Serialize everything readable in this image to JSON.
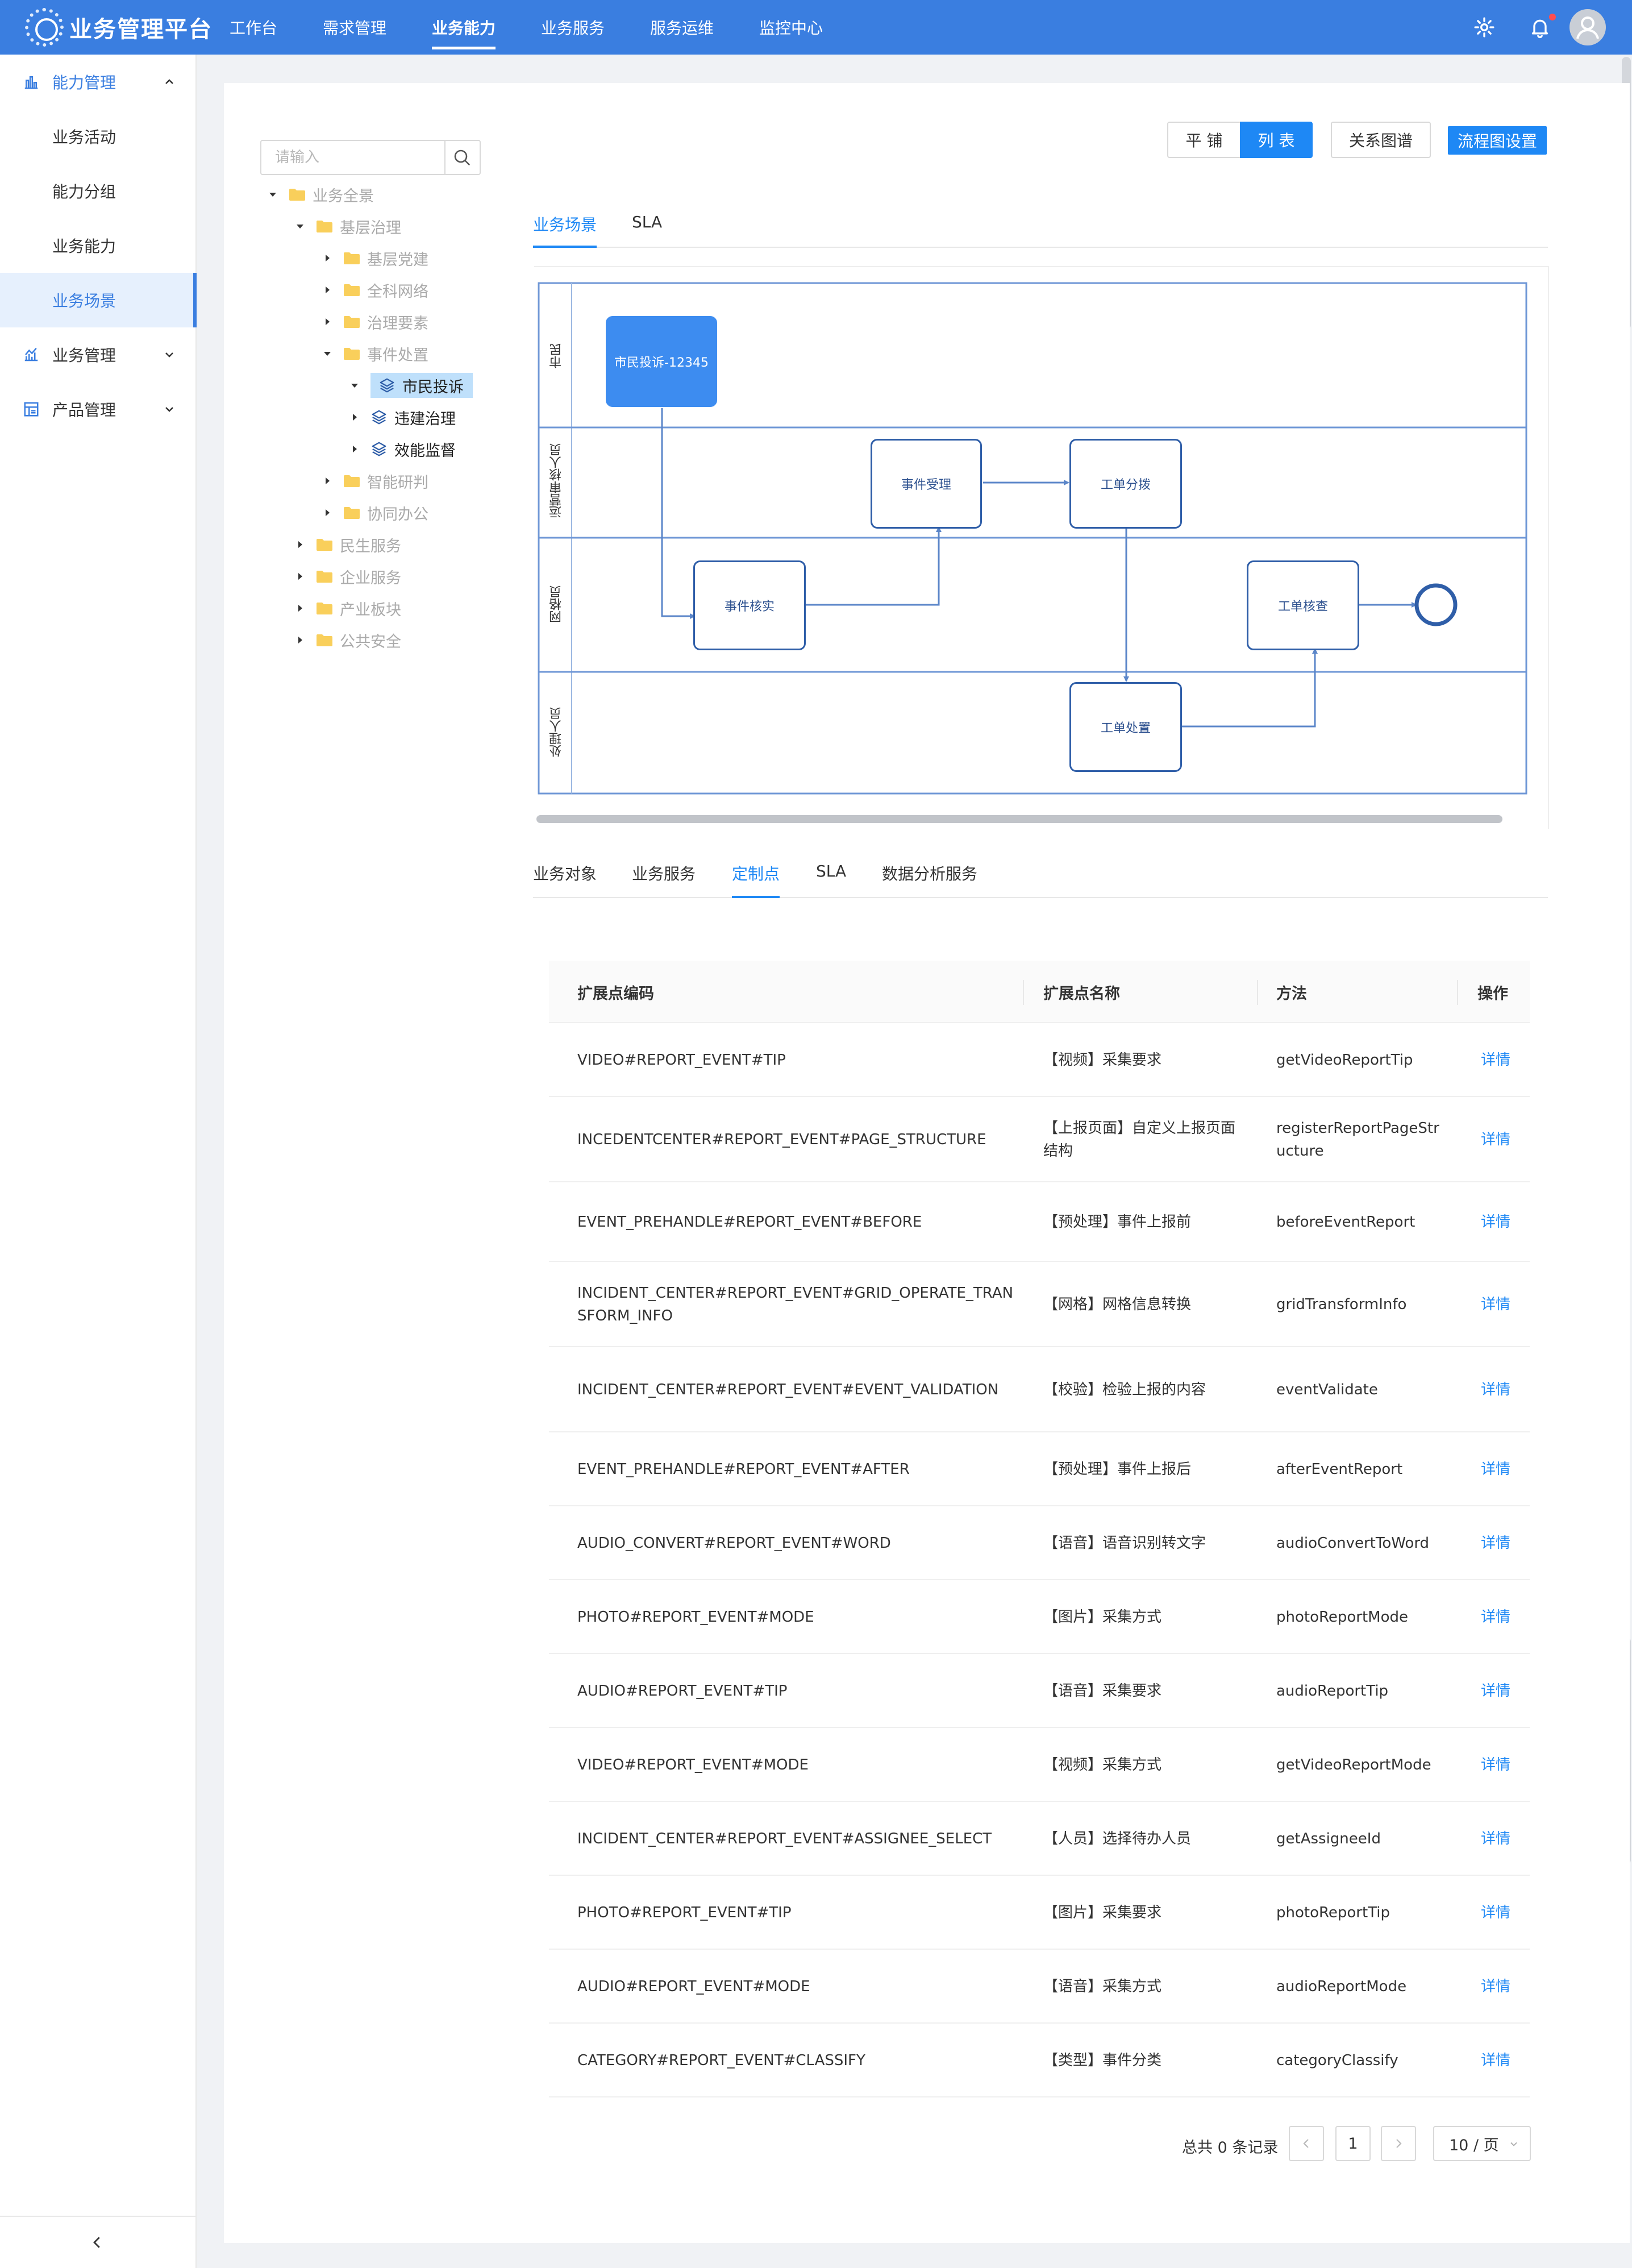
{
  "app": {
    "title": "业务管理平台"
  },
  "topnav": [
    {
      "label": "工作台"
    },
    {
      "label": "需求管理"
    },
    {
      "label": "业务能力",
      "active": true
    },
    {
      "label": "业务服务"
    },
    {
      "label": "服务运维"
    },
    {
      "label": "监控中心"
    }
  ],
  "sidebar": {
    "groups": [
      {
        "label": "能力管理",
        "icon": "capability-icon",
        "expanded": true,
        "items": [
          {
            "label": "业务活动"
          },
          {
            "label": "能力分组"
          },
          {
            "label": "业务能力"
          },
          {
            "label": "业务场景",
            "selected": true
          }
        ]
      },
      {
        "label": "业务管理",
        "icon": "business-icon",
        "expanded": false
      },
      {
        "label": "产品管理",
        "icon": "product-icon",
        "expanded": false
      }
    ]
  },
  "search": {
    "placeholder": "请输入"
  },
  "tree": [
    {
      "label": "业务全景"
    },
    {
      "label": "基层治理"
    },
    {
      "label": "基层党建"
    },
    {
      "label": "全科网络"
    },
    {
      "label": "治理要素"
    },
    {
      "label": "事件处置"
    },
    {
      "label": "市民投诉",
      "selected": true
    },
    {
      "label": "违建治理"
    },
    {
      "label": "效能监督"
    },
    {
      "label": "智能研判"
    },
    {
      "label": "协同办公"
    },
    {
      "label": "民生服务"
    },
    {
      "label": "企业服务"
    },
    {
      "label": "产业板块"
    },
    {
      "label": "公共安全"
    }
  ],
  "view_buttons": {
    "tile": "平 铺",
    "list": "列 表",
    "graph": "关系图谱",
    "flow_settings": "流程图设置"
  },
  "tabs_top": [
    {
      "label": "业务场景",
      "active": true
    },
    {
      "label": "SLA"
    }
  ],
  "flow": {
    "lanes": [
      "市民",
      "运营审核人员",
      "网格员",
      "处理人员"
    ],
    "nodes": {
      "start": "市民投诉-12345",
      "accept": "事件受理",
      "dispatch": "工单分拨",
      "verify": "事件核实",
      "check": "工单核查",
      "handle": "工单处置"
    }
  },
  "tabs_bottom": [
    {
      "label": "业务对象"
    },
    {
      "label": "业务服务"
    },
    {
      "label": "定制点",
      "active": true
    },
    {
      "label": "SLA"
    },
    {
      "label": "数据分析服务"
    }
  ],
  "table": {
    "columns": [
      "扩展点编码",
      "扩展点名称",
      "方法",
      "操作"
    ],
    "rows": [
      {
        "code": "VIDEO#REPORT_EVENT#TIP",
        "name": "【视频】采集要求",
        "method": "getVideoReportTip",
        "op": "详情"
      },
      {
        "code": "INCEDENTCENTER#REPORT_EVENT#PAGE_STRUCTURE",
        "name": "【上报页面】自定义上报页面结构",
        "method": "registerReportPageStructure",
        "op": "详情"
      },
      {
        "code": "EVENT_PREHANDLE#REPORT_EVENT#BEFORE",
        "name": "【预处理】事件上报前",
        "method": "beforeEventReport",
        "op": "详情"
      },
      {
        "code": "INCIDENT_CENTER#REPORT_EVENT#GRID_OPERATE_TRANSFORM_INFO",
        "name": "【网格】网格信息转换",
        "method": "gridTransformInfo",
        "op": "详情"
      },
      {
        "code": "INCIDENT_CENTER#REPORT_EVENT#EVENT_VALIDATION",
        "name": "【校验】检验上报的内容",
        "method": "eventValidate",
        "op": "详情"
      },
      {
        "code": "EVENT_PREHANDLE#REPORT_EVENT#AFTER",
        "name": "【预处理】事件上报后",
        "method": "afterEventReport",
        "op": "详情"
      },
      {
        "code": "AUDIO_CONVERT#REPORT_EVENT#WORD",
        "name": "【语音】语音识别转文字",
        "method": "audioConvertToWord",
        "op": "详情"
      },
      {
        "code": "PHOTO#REPORT_EVENT#MODE",
        "name": "【图片】采集方式",
        "method": "photoReportMode",
        "op": "详情"
      },
      {
        "code": "AUDIO#REPORT_EVENT#TIP",
        "name": "【语音】采集要求",
        "method": "audioReportTip",
        "op": "详情"
      },
      {
        "code": "VIDEO#REPORT_EVENT#MODE",
        "name": "【视频】采集方式",
        "method": "getVideoReportMode",
        "op": "详情"
      },
      {
        "code": "INCIDENT_CENTER#REPORT_EVENT#ASSIGNEE_SELECT",
        "name": "【人员】选择待办人员",
        "method": "getAssigneeId",
        "op": "详情"
      },
      {
        "code": "PHOTO#REPORT_EVENT#TIP",
        "name": "【图片】采集要求",
        "method": "photoReportTip",
        "op": "详情"
      },
      {
        "code": "AUDIO#REPORT_EVENT#MODE",
        "name": "【语音】采集方式",
        "method": "audioReportMode",
        "op": "详情"
      },
      {
        "code": "CATEGORY#REPORT_EVENT#CLASSIFY",
        "name": "【类型】事件分类",
        "method": "categoryClassify",
        "op": "详情"
      }
    ]
  },
  "pagination": {
    "total": "总共 0 条记录",
    "page": "1",
    "page_size": "10 / 页"
  },
  "colors": {
    "topbar": "#3a7ee0",
    "accent": "#1e88f5",
    "sidebar_selected_bg": "#e6f0fd",
    "tree_selected_bg": "#bfe0fb",
    "flow_start": "#3d8cf0",
    "flow_border": "#2f5ea8"
  }
}
